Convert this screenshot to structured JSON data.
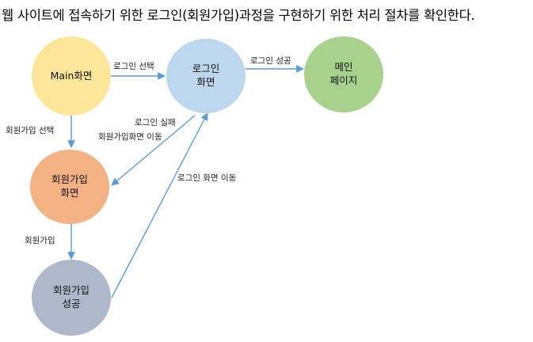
{
  "title": "웹 사이트에 접속하기 위한 로그인(회원가입)과정을 구현하기 위한 처리 절차를 확인한다.",
  "nodes": {
    "main": {
      "line1": "Main화면",
      "color": "#fde699"
    },
    "login": {
      "line1": "로그인",
      "line2": "화면",
      "color": "#bdd7ee"
    },
    "mainpage": {
      "line1": "메인",
      "line2": "페이지",
      "color": "#a9d18e"
    },
    "signup": {
      "line1": "회원가입",
      "line2": "화면",
      "color": "#f4b183"
    },
    "success": {
      "line1": "회원가입",
      "line2": "성공",
      "color": "#adb9ca"
    }
  },
  "edges": {
    "login_select": "로그인 선택",
    "login_success": "로그인 성공",
    "signup_select": "회원가입 선택",
    "login_fail": "로그인 실패",
    "goto_signup": "회원가입화면 이동",
    "signup": "회원가입",
    "goto_login": "로그인 화면 이동"
  },
  "colors": {
    "arrow": "#5b9bd5"
  }
}
